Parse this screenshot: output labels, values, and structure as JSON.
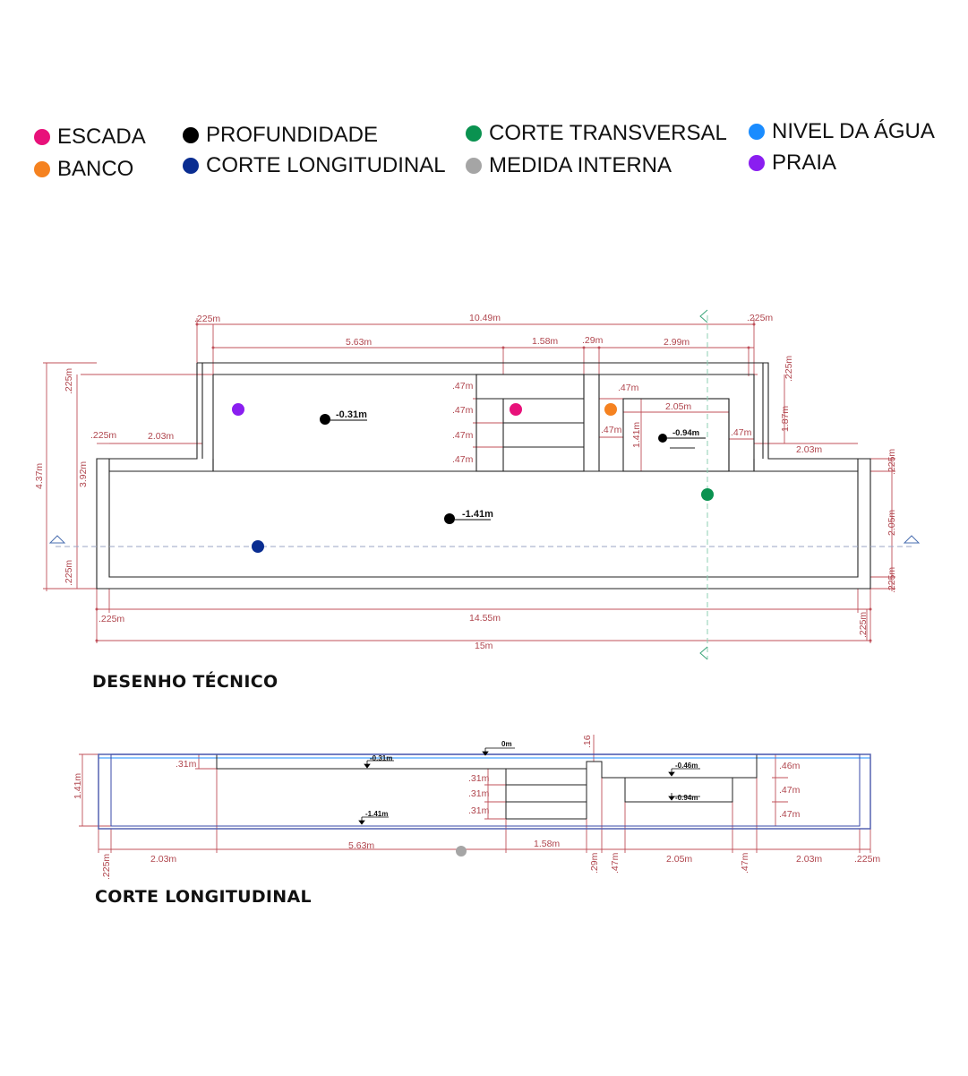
{
  "legend": [
    {
      "label": "ESCADA",
      "color": "#e8117a",
      "icon": "dot"
    },
    {
      "label": "BANCO",
      "color": "#f58220",
      "icon": "dot"
    },
    {
      "label": "PROFUNDIDADE",
      "color": "#000000",
      "icon": "dot"
    },
    {
      "label": "CORTE LONGITUDINAL",
      "color": "#0a2d91",
      "icon": "dot"
    },
    {
      "label": "CORTE TRANSVERSAL",
      "color": "#0a9250",
      "icon": "dot"
    },
    {
      "label": "MEDIDA INTERNA",
      "color": "#a5a5a5",
      "icon": "dot"
    },
    {
      "label": "NIVEL DA ÁGUA",
      "color": "#1a8cff",
      "icon": "dot"
    },
    {
      "label": "PRAIA",
      "color": "#8a1ef0",
      "icon": "dot"
    }
  ],
  "plan": {
    "title": "DESENHO TÉCNICO",
    "dims": {
      "d_225_top_left": ".225m",
      "d_1049": "10.49m",
      "d_225_top_right": ".225m",
      "d_563": "5.63m",
      "d_158": "1.58m",
      "d_029": ".29m",
      "d_299": "2.99m",
      "d_225_left_v": ".225m",
      "d_225_right_v": ".225m",
      "d_047_a": ".47m",
      "d_047_b": ".47m",
      "d_047_c": ".47m",
      "d_047_d": ".47m",
      "d_047_e": ".47m",
      "d_047_f": ".47m",
      "d_047_g": ".47m",
      "d_205_inner": "2.05m",
      "d_141_v": "1.41m",
      "d_187_v": "1.87m",
      "d_225_mid_left": ".225m",
      "d_203_left": "2.03m",
      "d_203_right": "2.03m",
      "d_437_v": "4.37m",
      "d_392_v": "3.92m",
      "d_225_bl_v": ".225m",
      "d_225_r1_v": ".225m",
      "d_205_v": "2.05m",
      "d_225_r2_v": ".225m",
      "d_225_bottom": ".225m",
      "d_1455": "14.55m",
      "d_225_br_v": ".225m",
      "d_15": "15m"
    },
    "levels": {
      "praia": "-0.31m",
      "deep": "-1.41m",
      "banco": "-0.94m"
    }
  },
  "section": {
    "title": "CORTE LONGITUDINAL",
    "dims": {
      "d_141_v": "1.41m",
      "d_031_top": ".31m",
      "d_031_a": ".31m",
      "d_031_b": ".31m",
      "d_031_c": ".31m",
      "d_016_v": ".16m",
      "d_046": ".46m",
      "d_047_a": ".47m",
      "d_047_b": ".47m",
      "d_203_left": "2.03m",
      "d_563": "5.63m",
      "d_158": "1.58m",
      "d_029_v": ".29m",
      "d_047_v1": ".47m",
      "d_205": "2.05m",
      "d_047_v2": ".47m",
      "d_203_right": "2.03m",
      "d_225_right": ".225m",
      "d_225_left_v": ".225m"
    },
    "levels": {
      "zero": "0m",
      "praia": "-0.31m",
      "deep": "-1.41m",
      "banco_top": "-0.46m",
      "banco": "-0.94m"
    }
  }
}
